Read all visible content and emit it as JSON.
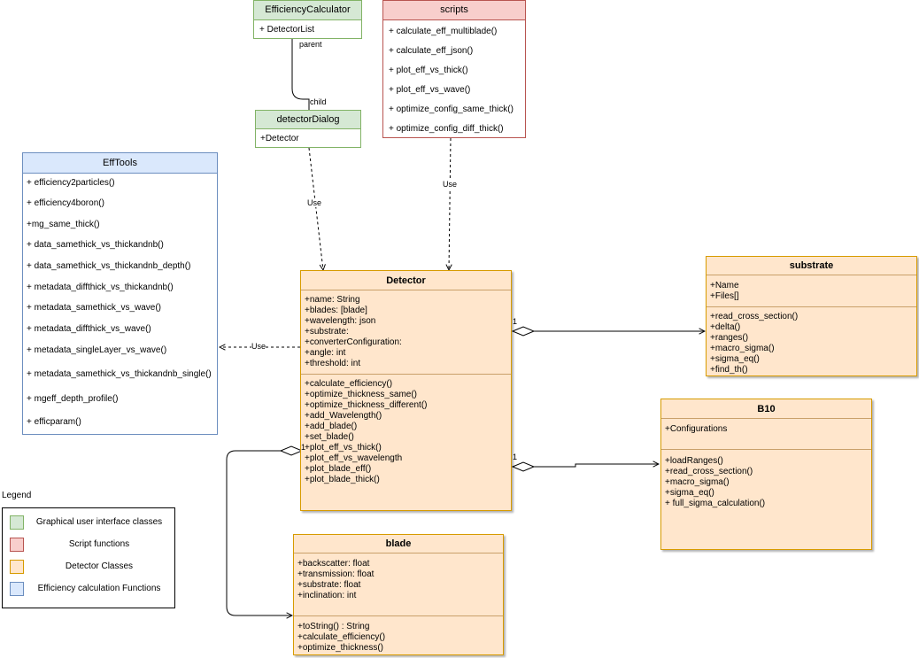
{
  "classes": {
    "efficiency_calculator": {
      "title": "EfficiencyCalculator",
      "items": [
        "+ DetectorList"
      ]
    },
    "scripts": {
      "title": "scripts",
      "items": [
        "+ calculate_eff_multiblade()",
        "+ calculate_eff_json()",
        "+ plot_eff_vs_thick()",
        "+ plot_eff_vs_wave()",
        "+ optimize_config_same_thick()",
        "+ optimize_config_diff_thick()"
      ]
    },
    "detector_dialog": {
      "title": "detectorDialog",
      "items": [
        "+Detector"
      ]
    },
    "eff_tools": {
      "title": "EffTools",
      "items": [
        "+ efficiency2particles()",
        "+ efficiency4boron()",
        "+mg_same_thick()",
        "+ data_samethick_vs_thickandnb()",
        "+ data_samethick_vs_thickandnb_depth()",
        "+ metadata_diffthick_vs_thickandnb()",
        "+ metadata_samethick_vs_wave()",
        "+ metadata_diffthick_vs_wave()",
        "+ metadata_singleLayer_vs_wave()",
        "+ metadata_samethick_vs_thickandnb_single()",
        "+ mgeff_depth_profile()",
        "+ efficparam()"
      ]
    },
    "detector": {
      "title": "Detector",
      "attributes": [
        "+name: String",
        "+blades: [blade]",
        "+wavelength: json",
        "+substrate:",
        "+converterConfiguration:",
        "+angle: int",
        "+threshold: int"
      ],
      "methods": [
        "+calculate_efficiency()",
        "+optimize_thickness_same()",
        "+optimize_thickness_different()",
        "+add_Wavelength()",
        "+add_blade()",
        "+set_blade()",
        "+plot_eff_vs_thick()",
        "+plot_eff_vs_wavelength",
        "+plot_blade_eff()",
        "+plot_blade_thick()"
      ]
    },
    "substrate": {
      "title": "substrate",
      "attributes": [
        "+Name",
        "+Files[]"
      ],
      "methods": [
        "+read_cross_section()",
        "+delta()",
        "+ranges()",
        "+macro_sigma()",
        "+sigma_eq()",
        "+find_th()"
      ]
    },
    "b10": {
      "title": "B10",
      "attributes": [
        "+Configurations"
      ],
      "methods": [
        "+loadRanges()",
        "+read_cross_section()",
        "+macro_sigma()",
        "+sigma_eq()",
        "+ full_sigma_calculation()"
      ]
    },
    "blade": {
      "title": "blade",
      "attributes": [
        "+backscatter: float",
        "+transmission: float",
        "+substrate: float",
        "+inclination: int"
      ],
      "methods": [
        "+toString() : String",
        "+calculate_efficiency()",
        "+optimize_thickness()"
      ]
    }
  },
  "connector_labels": {
    "parent": "parent",
    "child": "child",
    "use_dialog": "Use",
    "use_scripts": "Use",
    "use_efftools": "Use",
    "mult_substrate": "1",
    "mult_b10": "1",
    "mult_blade": "1"
  },
  "legend": {
    "title": "Legend",
    "entries": [
      {
        "label": "Graphical user interface classes",
        "fill": "#d5e8d4",
        "stroke": "#82b366"
      },
      {
        "label": "Script functions",
        "fill": "#f8cecc",
        "stroke": "#b85450"
      },
      {
        "label": "Detector Classes",
        "fill": "#ffe6cc",
        "stroke": "#d79b00"
      },
      {
        "label": "Efficiency calculation Functions",
        "fill": "#dae8fc",
        "stroke": "#6c8ebf"
      }
    ]
  }
}
